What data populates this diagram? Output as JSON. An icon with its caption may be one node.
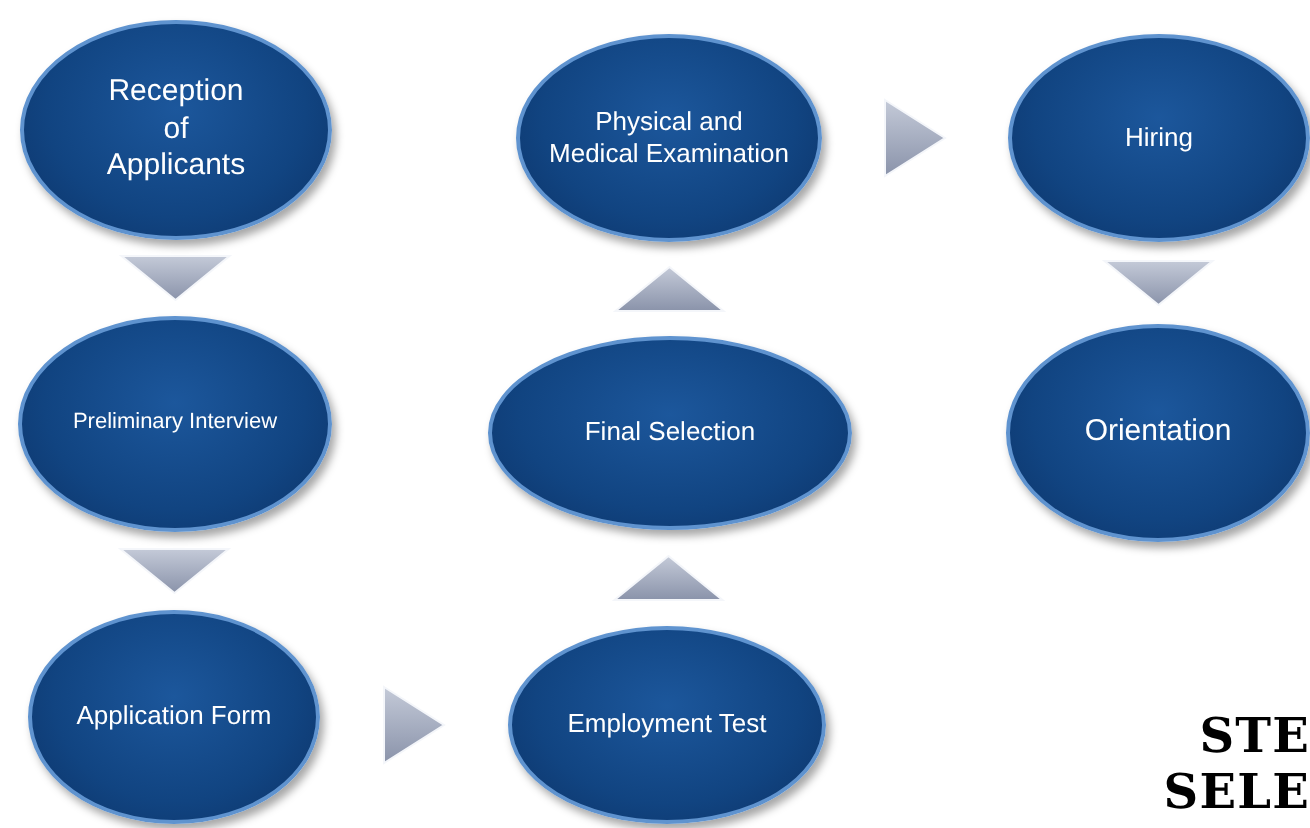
{
  "diagram": {
    "nodes": [
      {
        "text": [
          "Reception of Applicants"
        ]
      },
      {
        "text": [
          "Preliminary Interview"
        ]
      },
      {
        "text": [
          "Application Form"
        ]
      },
      {
        "text": [
          "Employment Test"
        ]
      },
      {
        "text": [
          "Final Selection"
        ]
      },
      {
        "text": [
          "Physical and Medical Examination"
        ]
      },
      {
        "text": [
          "Hiring"
        ]
      },
      {
        "text": [
          "Orientation"
        ]
      }
    ],
    "edges": [
      {
        "from": 0,
        "to": 1,
        "arrow": "to"
      },
      {
        "from": 1,
        "to": 2,
        "arrow": "to"
      },
      {
        "from": 2,
        "to": 3,
        "arrow": "to"
      },
      {
        "from": 3,
        "to": 4,
        "arrow": "to"
      },
      {
        "from": 4,
        "to": 5,
        "arrow": "to"
      },
      {
        "from": 5,
        "to": 6,
        "arrow": "to"
      },
      {
        "from": 6,
        "to": 7,
        "arrow": "to"
      }
    ],
    "labels": [
      "STE",
      "SELE"
    ]
  }
}
